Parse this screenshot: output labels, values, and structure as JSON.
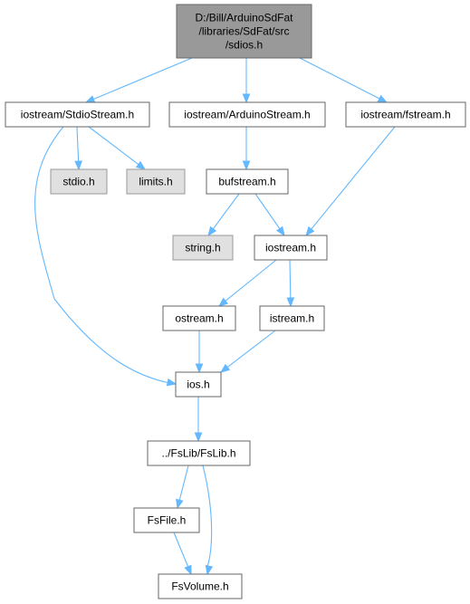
{
  "colors": {
    "root_fill": "#999999",
    "root_border": "#666666",
    "node_fill": "#ffffff",
    "node_border": "#666666",
    "system_fill": "#e0e0e0",
    "system_border": "#999999",
    "edge": "#63b8ff"
  },
  "nodes": [
    {
      "id": "sdios",
      "kind": "root",
      "lines": [
        "D:/Bill/ArduinoSdFat",
        "/libraries/SdFat/src",
        "/sdios.h"
      ]
    },
    {
      "id": "stdiostream",
      "kind": "file",
      "lines": [
        "iostream/StdioStream.h"
      ]
    },
    {
      "id": "arduinostream",
      "kind": "file",
      "lines": [
        "iostream/ArduinoStream.h"
      ]
    },
    {
      "id": "fstream",
      "kind": "file",
      "lines": [
        "iostream/fstream.h"
      ]
    },
    {
      "id": "stdio",
      "kind": "system",
      "lines": [
        "stdio.h"
      ]
    },
    {
      "id": "limits",
      "kind": "system",
      "lines": [
        "limits.h"
      ]
    },
    {
      "id": "bufstream",
      "kind": "file",
      "lines": [
        "bufstream.h"
      ]
    },
    {
      "id": "string",
      "kind": "system",
      "lines": [
        "string.h"
      ]
    },
    {
      "id": "iostream",
      "kind": "file",
      "lines": [
        "iostream.h"
      ]
    },
    {
      "id": "ostream",
      "kind": "file",
      "lines": [
        "ostream.h"
      ]
    },
    {
      "id": "istream",
      "kind": "file",
      "lines": [
        "istream.h"
      ]
    },
    {
      "id": "ios",
      "kind": "file",
      "lines": [
        "ios.h"
      ]
    },
    {
      "id": "fslib",
      "kind": "file",
      "lines": [
        "../FsLib/FsLib.h"
      ]
    },
    {
      "id": "fsfile",
      "kind": "file",
      "lines": [
        "FsFile.h"
      ]
    },
    {
      "id": "fsvolume",
      "kind": "file",
      "lines": [
        "FsVolume.h"
      ]
    }
  ],
  "edges": [
    {
      "from": "sdios",
      "to": "stdiostream"
    },
    {
      "from": "sdios",
      "to": "arduinostream"
    },
    {
      "from": "sdios",
      "to": "fstream"
    },
    {
      "from": "stdiostream",
      "to": "stdio"
    },
    {
      "from": "stdiostream",
      "to": "limits"
    },
    {
      "from": "stdiostream",
      "to": "ios"
    },
    {
      "from": "arduinostream",
      "to": "bufstream"
    },
    {
      "from": "fstream",
      "to": "iostream"
    },
    {
      "from": "bufstream",
      "to": "string"
    },
    {
      "from": "bufstream",
      "to": "iostream"
    },
    {
      "from": "iostream",
      "to": "ostream"
    },
    {
      "from": "iostream",
      "to": "istream"
    },
    {
      "from": "ostream",
      "to": "ios"
    },
    {
      "from": "istream",
      "to": "ios"
    },
    {
      "from": "ios",
      "to": "fslib"
    },
    {
      "from": "fslib",
      "to": "fsfile"
    },
    {
      "from": "fslib",
      "to": "fsvolume"
    },
    {
      "from": "fsfile",
      "to": "fsvolume"
    }
  ]
}
